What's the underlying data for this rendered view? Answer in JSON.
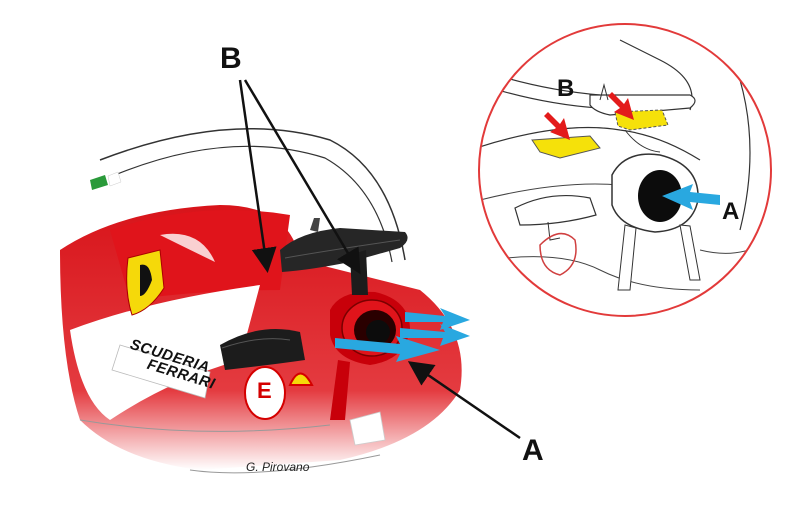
{
  "labels": {
    "b_main": "B",
    "a_main": "A",
    "b_inset": "B",
    "a_inset": "A"
  },
  "credit": "G. Pirovano",
  "decals": {
    "scuderia": "SCUDERIA",
    "ferrari": "FERRARI",
    "e": "E"
  },
  "colors": {
    "car_red": "#d8141a",
    "arrow_blue": "#29a8e0",
    "highlight_yellow": "#f5e10a",
    "arrow_red": "#e31b1b",
    "inset_border": "#e23a3a"
  },
  "icons": [
    "ferrari-shield-logo",
    "shell-logo"
  ]
}
